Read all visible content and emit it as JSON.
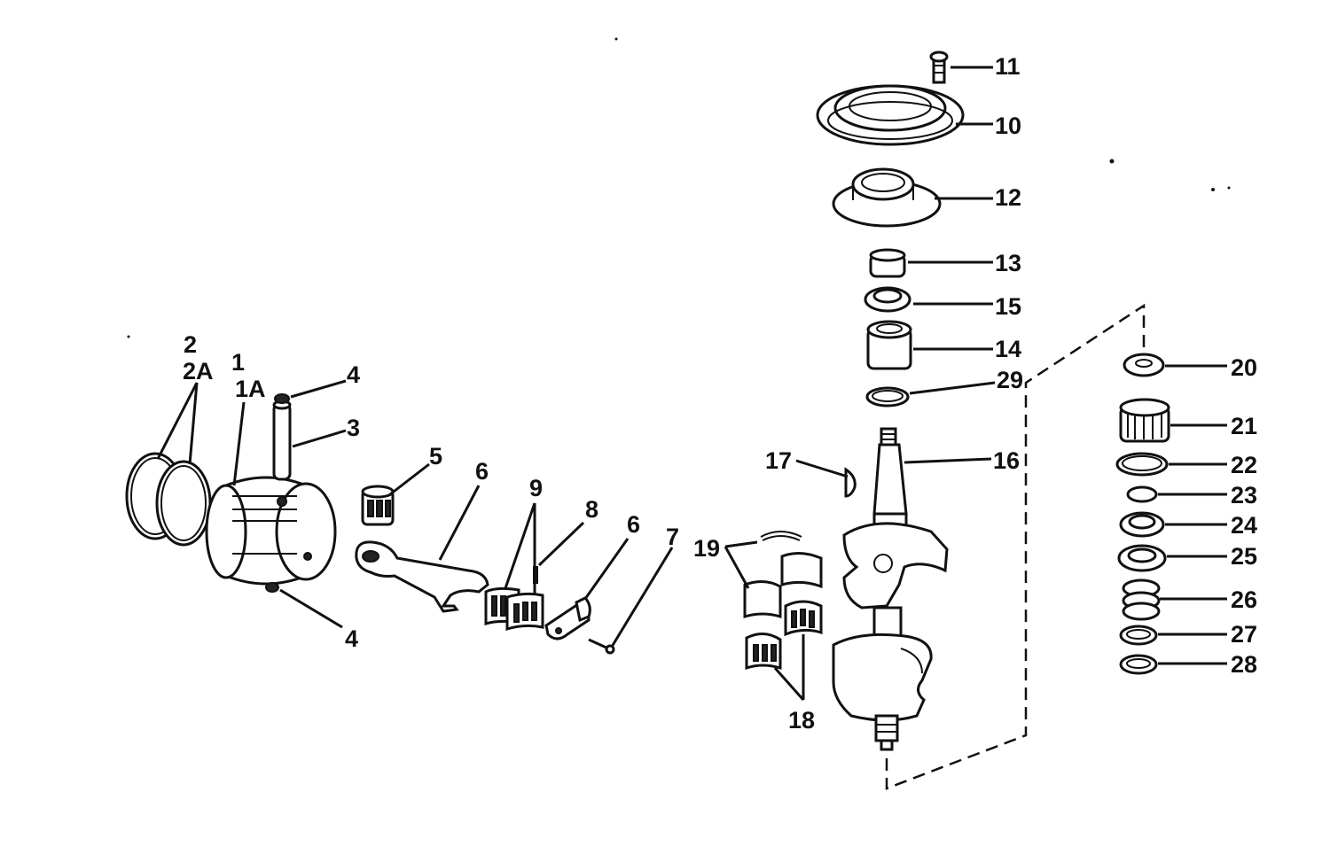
{
  "labels": {
    "l1": "1",
    "l1a": "1A",
    "l2": "2",
    "l2a": "2A",
    "l3": "3",
    "l4a": "4",
    "l4b": "4",
    "l5": "5",
    "l6a": "6",
    "l6b": "6",
    "l7": "7",
    "l8": "8",
    "l9": "9",
    "l10": "10",
    "l11": "11",
    "l12": "12",
    "l13": "13",
    "l14": "14",
    "l15": "15",
    "l16": "16",
    "l17": "17",
    "l18": "18",
    "l19": "19",
    "l20": "20",
    "l21": "21",
    "l22": "22",
    "l23": "23",
    "l24": "24",
    "l25": "25",
    "l26": "26",
    "l27": "27",
    "l28": "28",
    "l29": "29"
  }
}
